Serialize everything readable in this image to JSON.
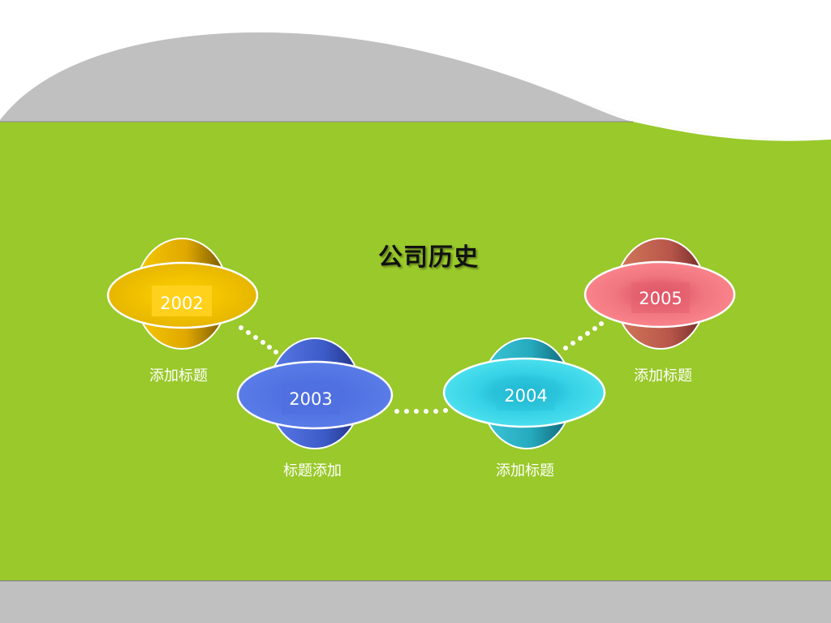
{
  "title": "公司历史",
  "milestones": [
    {
      "year": "2002",
      "caption": "添加标题",
      "color": "#f2c400"
    },
    {
      "year": "2003",
      "caption": "标题添加",
      "color": "#4e6fe0"
    },
    {
      "year": "2004",
      "caption": "添加标题",
      "color": "#3fd8ea"
    },
    {
      "year": "2005",
      "caption": "添加标题",
      "color": "#f07070"
    }
  ],
  "colors": {
    "background": "#99c92a",
    "top_wave": "#c0c0c0",
    "bottom_band": "#c0c0c0"
  }
}
